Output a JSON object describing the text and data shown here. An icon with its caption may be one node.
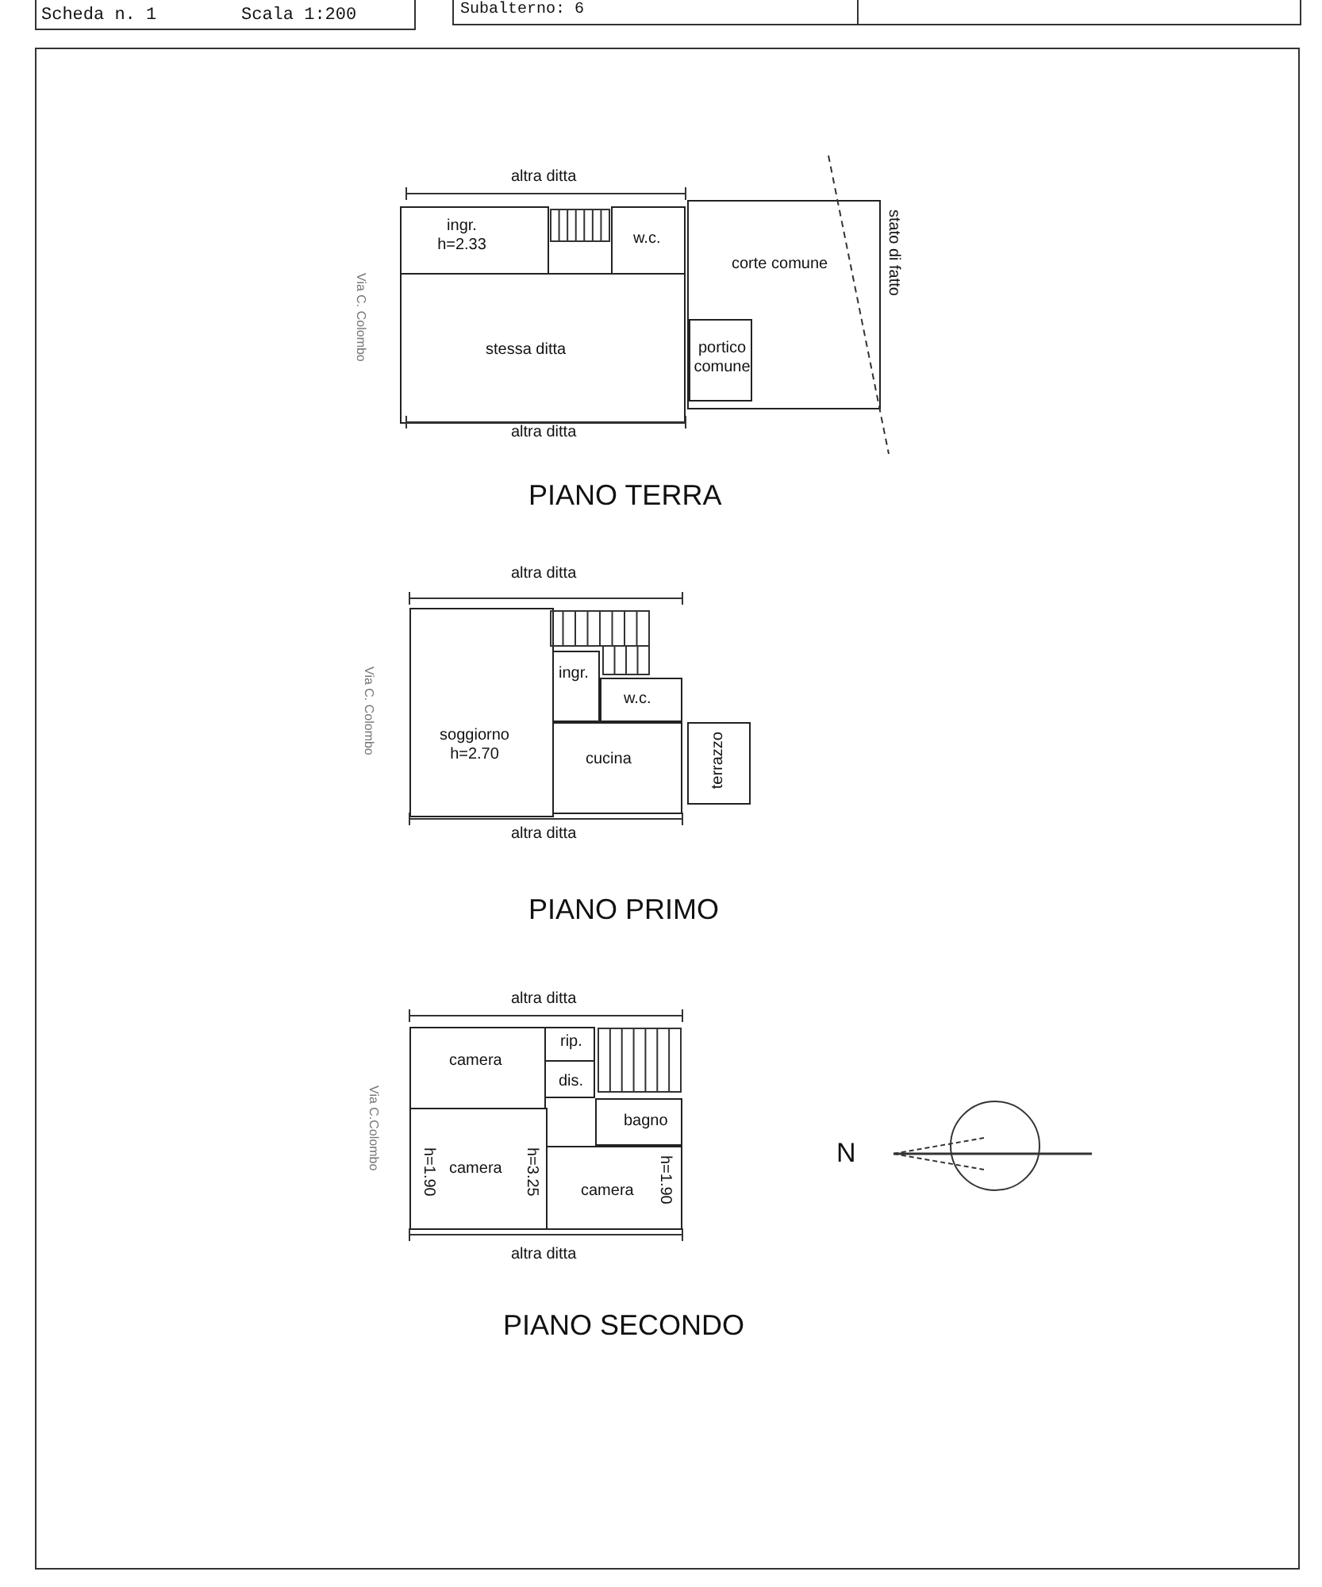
{
  "diagram": {
    "nodes": [
      {
        "text": [
          "PIANO TERRA"
        ]
      },
      {
        "text": [
          "ingr. h=2.33"
        ],
        "in": 0
      },
      {
        "text": [
          "w.c."
        ],
        "in": 0
      },
      {
        "text": [
          "stessa ditta"
        ],
        "in": 0
      },
      {
        "text": [
          "corte comune"
        ],
        "in": 0
      },
      {
        "text": [
          "portico comune"
        ],
        "in": 4
      },
      {
        "text": [
          "PIANO PRIMO"
        ]
      },
      {
        "text": [
          "soggiorno h=2.70"
        ],
        "in": 6
      },
      {
        "text": [
          "ingr."
        ],
        "in": 6
      },
      {
        "text": [
          "w.c."
        ],
        "in": 6
      },
      {
        "text": [
          "cucina"
        ],
        "in": 6
      },
      {
        "text": [
          "terrazzo"
        ],
        "in": 6
      },
      {
        "text": [
          "PIANO SECONDO"
        ]
      },
      {
        "text": [
          "camera"
        ],
        "in": 12
      },
      {
        "text": [
          "rip."
        ],
        "in": 12
      },
      {
        "text": [
          "dis."
        ],
        "in": 12
      },
      {
        "text": [
          "bagno"
        ],
        "in": 12
      },
      {
        "text": [
          "camera",
          "h=1.90",
          "h=3.25"
        ],
        "in": 12
      },
      {
        "text": [
          "camera",
          "h=1.90"
        ],
        "in": 12
      }
    ],
    "labels": [
      "Scheda n. 1",
      "Scala 1:200",
      "Subalterno: 6",
      "altra ditta",
      "Via C. Colombo",
      "stato di fatto",
      "altra ditta",
      "altra ditta",
      "Via C. Colombo",
      "altra ditta",
      "altra ditta",
      "Via C.Colombo",
      "altra ditta",
      "N"
    ]
  }
}
